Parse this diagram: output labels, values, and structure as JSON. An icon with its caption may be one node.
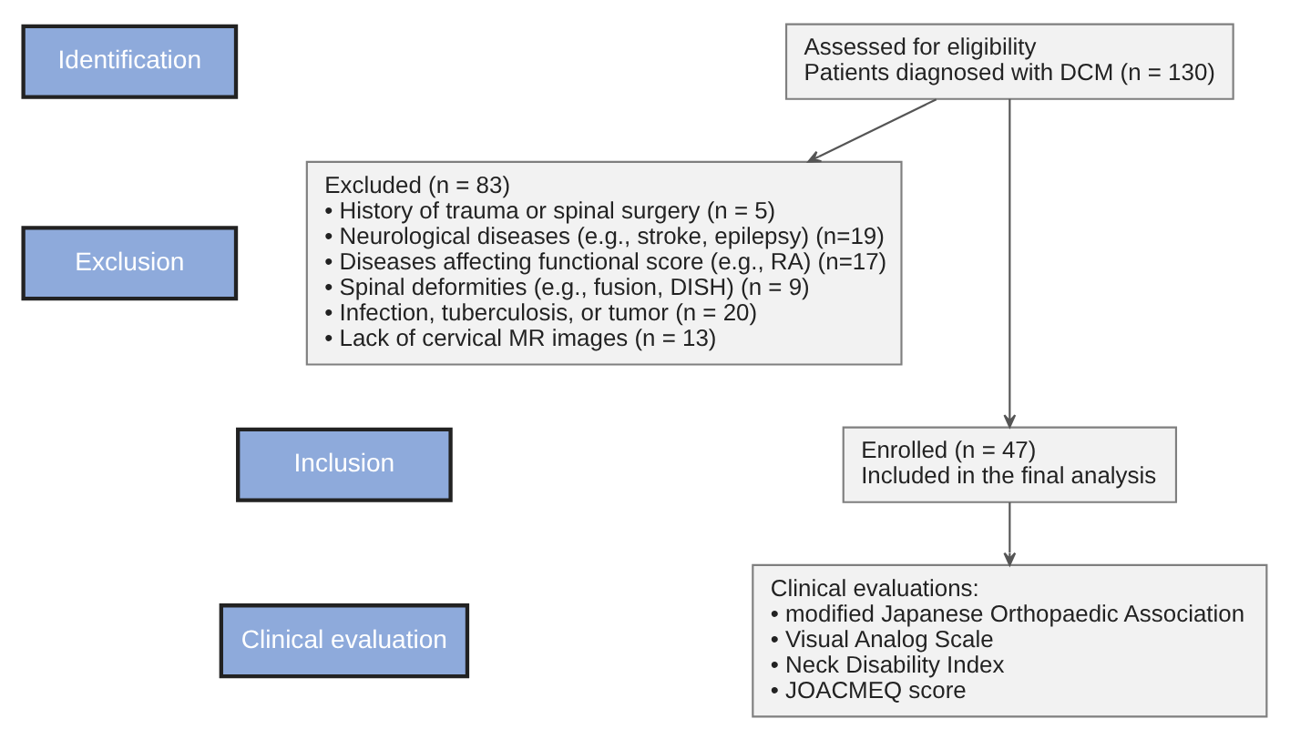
{
  "diagram": {
    "nodes": [
      {
        "text": [
          "Identification"
        ]
      },
      {
        "text": [
          "Assessed for eligibility",
          "Patients diagnosed with DCM (n = 130)"
        ]
      },
      {
        "text": [
          "Exclusion"
        ]
      },
      {
        "text": [
          "Excluded (n = 83)",
          "• History of trauma or spinal surgery (n = 5)",
          "• Neurological diseases (e.g., stroke, epilepsy) (n=19)",
          "• Diseases affecting functional score (e.g., RA) (n=17)",
          "• Spinal deformities (e.g., fusion, DISH) (n = 9)",
          "• Infection, tuberculosis, or tumor (n = 20)",
          "• Lack of cervical MR images (n = 13)"
        ]
      },
      {
        "text": [
          "Inclusion"
        ]
      },
      {
        "text": [
          "Enrolled (n = 47)",
          "Included in the final analysis"
        ]
      },
      {
        "text": [
          "Clinical evaluation"
        ]
      },
      {
        "text": [
          "Clinical evaluations:",
          "• modified Japanese Orthopaedic Association",
          "• Visual Analog Scale",
          "• Neck Disability Index",
          "• JOACMEQ score"
        ]
      }
    ],
    "edges": [
      {
        "from": 1,
        "to": 3,
        "arrow": "to"
      },
      {
        "from": 1,
        "to": 5,
        "arrow": "to"
      },
      {
        "from": 5,
        "to": 7,
        "arrow": "to"
      }
    ]
  }
}
